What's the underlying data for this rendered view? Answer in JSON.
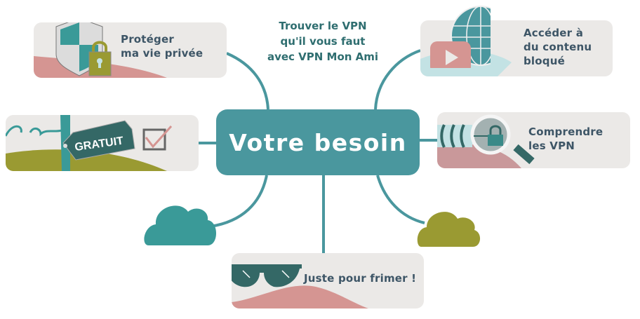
{
  "title": {
    "lines": [
      "Trouver le VPN",
      "qu'il vous faut",
      "avec VPN Mon Ami"
    ]
  },
  "center": {
    "label": "Votre besoin"
  },
  "branches": [
    {
      "lines": [
        "Protéger",
        "ma vie privée"
      ],
      "icon": "shield-lock-icon"
    },
    {
      "lines": [
        "Accéder à",
        "du contenu",
        "bloqué"
      ],
      "icon": "globe-play-icon"
    },
    {
      "tag": "GRATUIT",
      "icon": "price-tag-checkbox-icon"
    },
    {
      "lines": [
        "Comprendre",
        "les VPN"
      ],
      "icon": "magnifier-tunnel-lock-icon"
    },
    {
      "lines": [
        "Juste pour frimer !"
      ],
      "icon": "sunglasses-icon"
    }
  ],
  "colors": {
    "teal": "#4a979e",
    "dark_teal": "#346866",
    "pink": "#d59592",
    "olive": "#9a9a32",
    "card": "#ebe9e7",
    "light_blue": "#c3e2e4"
  }
}
